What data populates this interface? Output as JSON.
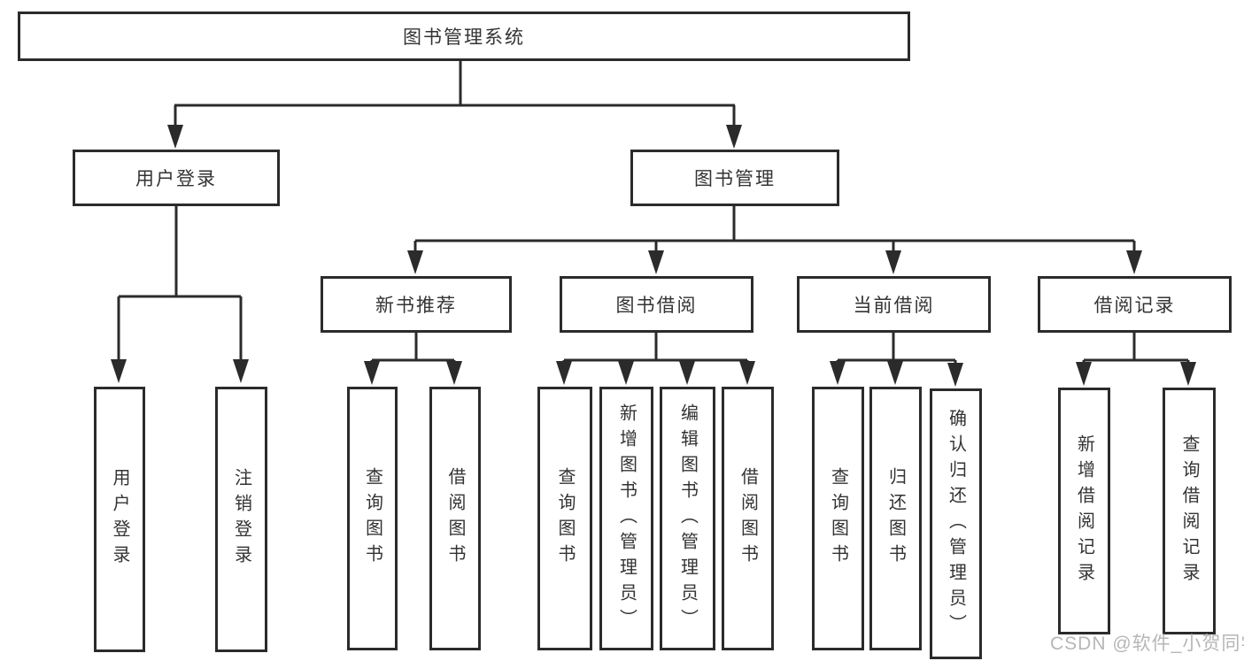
{
  "colors": {
    "line": "#2b2b2b",
    "box_border": "#2b2b2b",
    "text": "#333333",
    "background": "#ffffff",
    "watermark": "#b6b6ba"
  },
  "tree": {
    "root": {
      "label": "图书管理系统"
    },
    "branches": [
      {
        "label": "用户登录",
        "leaves": [
          {
            "label": "用户登录"
          },
          {
            "label": "注销登录"
          }
        ]
      },
      {
        "label": "图书管理",
        "groups": [
          {
            "label": "新书推荐",
            "leaves": [
              {
                "label": "查询图书"
              },
              {
                "label": "借阅图书"
              }
            ]
          },
          {
            "label": "图书借阅",
            "leaves": [
              {
                "label": "查询图书"
              },
              {
                "label": "新增图书（管理员）"
              },
              {
                "label": "编辑图书（管理员）"
              },
              {
                "label": "借阅图书"
              }
            ]
          },
          {
            "label": "当前借阅",
            "leaves": [
              {
                "label": "查询图书"
              },
              {
                "label": "归还图书"
              },
              {
                "label": "确认归还（管理员）"
              }
            ]
          },
          {
            "label": "借阅记录",
            "leaves": [
              {
                "label": "新增借阅记录"
              },
              {
                "label": "查询借阅记录"
              }
            ]
          }
        ]
      }
    ]
  },
  "watermark": {
    "text": "CSDN @软件_小贺同学"
  }
}
